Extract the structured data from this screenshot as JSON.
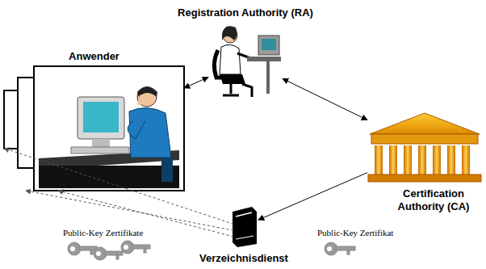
{
  "diagram": {
    "nodes": [
      {
        "text": [
          "Anwender"
        ]
      },
      {
        "text": [
          "Registration Authority (RA)"
        ]
      },
      {
        "text": [
          "Certification Authority (CA)"
        ]
      },
      {
        "text": [
          "Verzeichnisdienst"
        ]
      }
    ],
    "edges": [
      {
        "from": 0,
        "to": 1,
        "arrow": "both"
      },
      {
        "from": 1,
        "to": 2,
        "arrow": "both"
      },
      {
        "from": 2,
        "to": 3,
        "arrow": "to"
      },
      {
        "from": 3,
        "to": 0,
        "arrow": "to"
      },
      {
        "from": 3,
        "to": 0,
        "arrow": "to"
      },
      {
        "from": 3,
        "to": 0,
        "arrow": "to"
      }
    ],
    "labels": [
      "Public-Key Zertifikate",
      "Public-Key Zertifikat"
    ]
  }
}
